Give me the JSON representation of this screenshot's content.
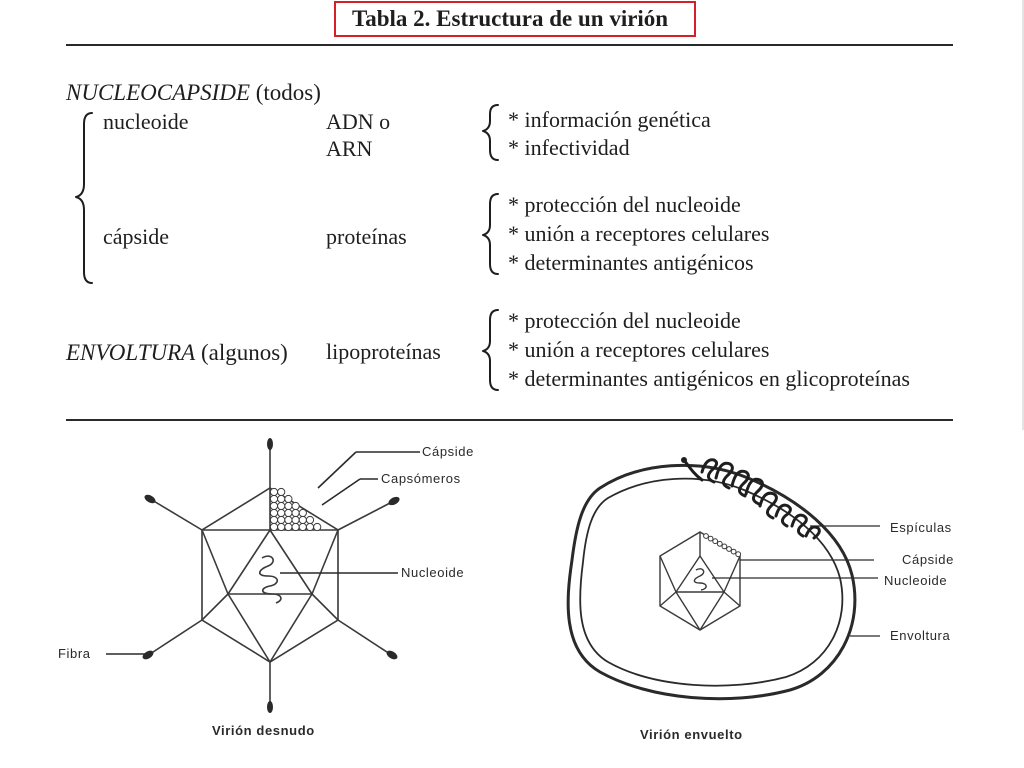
{
  "title": "Tabla 2. Estructura de un virión",
  "table": {
    "nucleocapside_heading": "NUCLEOCAPSIDE",
    "nucleocapside_qualifier": "(todos)",
    "nucleoide": {
      "name": "nucleoide",
      "composition": [
        "ADN o",
        "ARN"
      ],
      "functions": [
        "* información genética",
        "* infectividad"
      ]
    },
    "capside": {
      "name": "cápside",
      "composition": "proteínas",
      "functions": [
        "* protección del nucleoide",
        "* unión a receptores celulares",
        "* determinantes antigénicos"
      ]
    },
    "envoltura": {
      "name": "ENVOLTURA",
      "qualifier": "(algunos)",
      "composition": "lipoproteínas",
      "functions": [
        "* protección del nucleoide",
        "* unión a receptores celulares",
        "* determinantes antigénicos en glicoproteínas"
      ]
    }
  },
  "diagram_left": {
    "caption": "Virión desnudo",
    "labels": {
      "capside": "Cápside",
      "capsomeros": "Capsómeros",
      "nucleoide": "Nucleoide",
      "fibra": "Fibra"
    }
  },
  "diagram_right": {
    "caption": "Virión envuelto",
    "labels": {
      "espiculas": "Espículas",
      "capside": "Cápside",
      "nucleoide": "Nucleoide",
      "envoltura": "Envoltura"
    }
  },
  "colors": {
    "title_border": "#d42128",
    "ink": "#1e1e1e"
  }
}
